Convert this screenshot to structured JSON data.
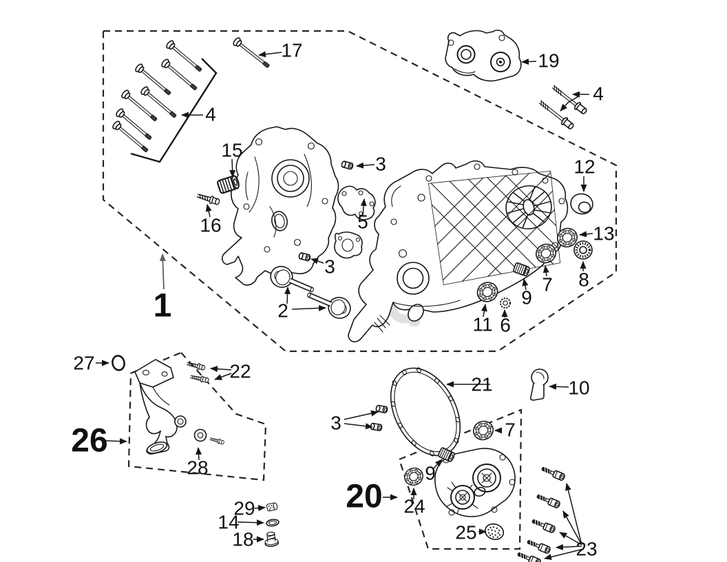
{
  "colors": {
    "ink": "#161616",
    "background": "#ffffff",
    "watermark_gray": "#c2c2c2"
  },
  "callouts": {
    "1": "1",
    "2": "2",
    "3": "3",
    "4": "4",
    "5": "5",
    "6": "6",
    "7": "7",
    "8": "8",
    "9": "9",
    "10": "10",
    "11": "11",
    "12": "12",
    "13": "13",
    "14": "14",
    "15": "15",
    "16": "16",
    "17": "17",
    "18": "18",
    "19": "19",
    "20": "20",
    "21": "21",
    "22": "22",
    "23": "23",
    "24": "24",
    "25": "25",
    "26": "26",
    "27": "27",
    "28": "28",
    "29": "29"
  }
}
